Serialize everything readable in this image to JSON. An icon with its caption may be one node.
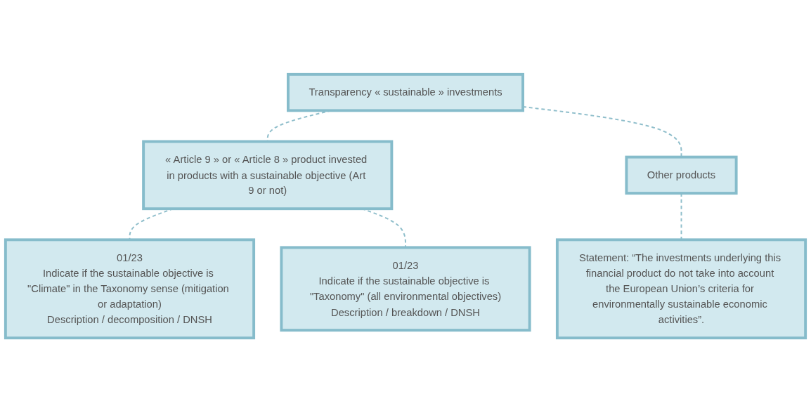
{
  "diagram": {
    "nodes": [
      {
        "text": [
          "Transparency « sustainable » investments"
        ]
      },
      {
        "text": [
          "« Article 9 » or « Article 8 » product invested in products with a sustainable objective (Art 9 or not)"
        ]
      },
      {
        "text": [
          "Other products"
        ]
      },
      {
        "text": [
          "01/23",
          "Indicate if the sustainable objective is \"Climate\" in the Taxonomy sense (mitigation or adaptation)",
          "Description / decomposition / DNSH"
        ]
      },
      {
        "text": [
          "01/23",
          "Indicate if the sustainable objective is \"Taxonomy\" (all environmental objectives)",
          "Description / breakdown / DNSH"
        ]
      },
      {
        "text": [
          "Statement: “The investments underlying this financial product do not take into account the European Union’s criteria for environmentally sustainable economic activities”."
        ]
      }
    ],
    "edges": [
      {
        "from": 0,
        "to": 1,
        "arrow": "none",
        "style": "dashed"
      },
      {
        "from": 0,
        "to": 2,
        "arrow": "none",
        "style": "dashed"
      },
      {
        "from": 1,
        "to": 3,
        "arrow": "none",
        "style": "dashed"
      },
      {
        "from": 1,
        "to": 4,
        "arrow": "none",
        "style": "dashed"
      },
      {
        "from": 2,
        "to": 5,
        "arrow": "none",
        "style": "dashed"
      }
    ]
  }
}
